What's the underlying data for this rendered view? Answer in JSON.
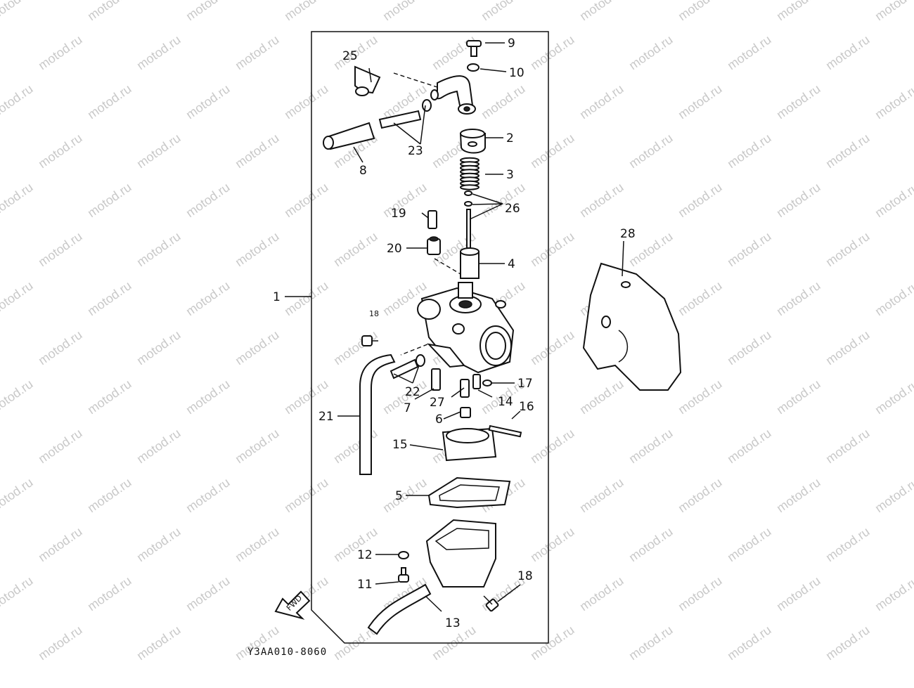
{
  "watermark": "motod.ru",
  "diagram_code": "Y3AA010-8060",
  "fwd_label": "FWD",
  "callouts": [
    {
      "id": "p1",
      "text": "1"
    },
    {
      "id": "p2",
      "text": "2"
    },
    {
      "id": "p3",
      "text": "3"
    },
    {
      "id": "p4",
      "text": "4"
    },
    {
      "id": "p5",
      "text": "5"
    },
    {
      "id": "p6",
      "text": "6"
    },
    {
      "id": "p7",
      "text": "7"
    },
    {
      "id": "p8",
      "text": "8"
    },
    {
      "id": "p9",
      "text": "9"
    },
    {
      "id": "p10",
      "text": "10"
    },
    {
      "id": "p11",
      "text": "11"
    },
    {
      "id": "p12",
      "text": "12"
    },
    {
      "id": "p13",
      "text": "13"
    },
    {
      "id": "p14",
      "text": "14"
    },
    {
      "id": "p15",
      "text": "15"
    },
    {
      "id": "p16",
      "text": "16"
    },
    {
      "id": "p17",
      "text": "17"
    },
    {
      "id": "p18a",
      "text": "18"
    },
    {
      "id": "p18b",
      "text": "18"
    },
    {
      "id": "p19",
      "text": "19"
    },
    {
      "id": "p20",
      "text": "20"
    },
    {
      "id": "p21",
      "text": "21"
    },
    {
      "id": "p22",
      "text": "22"
    },
    {
      "id": "p23",
      "text": "23"
    },
    {
      "id": "p25",
      "text": "25"
    },
    {
      "id": "p26",
      "text": "26"
    },
    {
      "id": "p27",
      "text": "27"
    },
    {
      "id": "p28",
      "text": "28"
    }
  ]
}
